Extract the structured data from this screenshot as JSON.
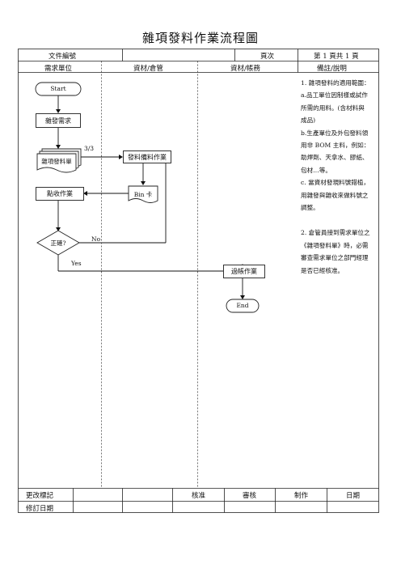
{
  "title": "雜項發料作業流程圖",
  "header": {
    "doc_no_label": "文件編號",
    "page_label": "頁次",
    "page_value": "第 1 頁共 1 頁"
  },
  "columns": [
    "需求單位",
    "資材/倉管",
    "資材/帳務",
    "備註/說明"
  ],
  "flow": {
    "start": "Start",
    "need": "雜發需求",
    "form": "雜項發料單",
    "copies": "3/3",
    "prepare": "發料備料作業",
    "bin": "Bin 卡",
    "receive": "點收作業",
    "correct": "正確?",
    "no": "No",
    "yes": "Yes",
    "post": "過帳作業",
    "end": "End"
  },
  "notes": [
    "1. 雜項發料的適用範圍：",
    "a.品工單位因制樣或試作所需的用料。(含材料與成品)",
    "b.生產單位及外包發料領用非 BOM 主料，例如：助焊劑、天拿水、膠紙、包材…等。",
    "c. 當資材發現料號錯植，用雜發與雜收來做料號之調整。",
    "2. 倉管員接到需求單位之《雜項發料單》時，必需審查需求單位之部門經理是否已經核准。"
  ],
  "footer": {
    "change_label": "更改標記",
    "approve": "核准",
    "review": "審核",
    "make": "制作",
    "date": "日期",
    "revise_label": "修訂日期"
  }
}
